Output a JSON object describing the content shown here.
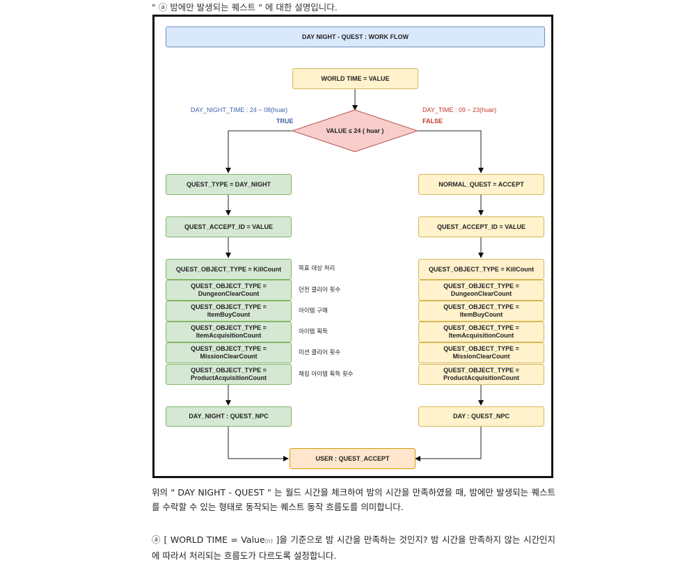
{
  "caption_top": "\" ⓐ 밤에만 발생되는 퀘스트 \" 에 대한 설명입니다.",
  "diagram": {
    "title": "DAY NIGHT - QUEST : WORK FLOW",
    "world_time": "WORLD TIME = VALUE",
    "condition": "VALUE ≤ 24 ( huar )",
    "true_range": "DAY_NIGHT_TIME : 24 ~ 08(huar)",
    "true_label": "TRUE",
    "false_range": "DAY_TIME : 09 ~ 23(huar)",
    "false_label": "FALSE",
    "left": {
      "type": "QUEST_TYPE = DAY_NIGHT",
      "accept_id": "QUEST_ACCEPT_ID = VALUE",
      "objects": [
        "QUEST_OBJECT_TYPE = KillCount",
        "QUEST_OBJECT_TYPE = DungeonClearCount",
        "QUEST_OBJECT_TYPE = ItemBuyCount",
        "QUEST_OBJECT_TYPE = ItemAcquisitionCount",
        "QUEST_OBJECT_TYPE = MissionClearCount",
        "QUEST_OBJECT_TYPE = ProductAcquisitionCount"
      ],
      "npc": "DAY_NIGHT : QUEST_NPC"
    },
    "right": {
      "type": "NORMAL_QUEST = ACCEPT",
      "accept_id": "QUEST_ACCEPT_ID = VALUE",
      "objects": [
        "QUEST_OBJECT_TYPE = KillCount",
        "QUEST_OBJECT_TYPE = DungeonClearCount",
        "QUEST_OBJECT_TYPE = ItemBuyCount",
        "QUEST_OBJECT_TYPE = ItemAcquisitionCount",
        "QUEST_OBJECT_TYPE = MissionClearCount",
        "QUEST_OBJECT_TYPE = ProductAcquisitionCount"
      ],
      "npc": "DAY : QUEST_NPC"
    },
    "object_descriptions": [
      "목표 대상 처리",
      "던전 클리어 횟수",
      "아이템 구매",
      "아이템 획득",
      "미션 클리어 횟수",
      "채집 아이템 획득 횟수"
    ],
    "user_accept": "USER : QUEST_ACCEPT"
  },
  "paragraph1": "위의 \" DAY NIGHT - QUEST \" 는 월드 시간을 체크하여 밤의 시간을 만족하였을 때, 밤에만 발생되는 퀘스트를 수락할 수 있는 형태로 동작되는 퀘스트 동작 흐름도를 의미합니다.",
  "paragraph2": {
    "prefix": "ⓐ [ WORLD TIME = Value",
    "subscript": "(n)",
    "suffix": " ]을 기준으로 밤 시간을 만족하는 것인지? 밤 시간을 만족하지 않는 시간인지에 따라서 처리되는 흐름도가 다르도록 설정합니다."
  }
}
